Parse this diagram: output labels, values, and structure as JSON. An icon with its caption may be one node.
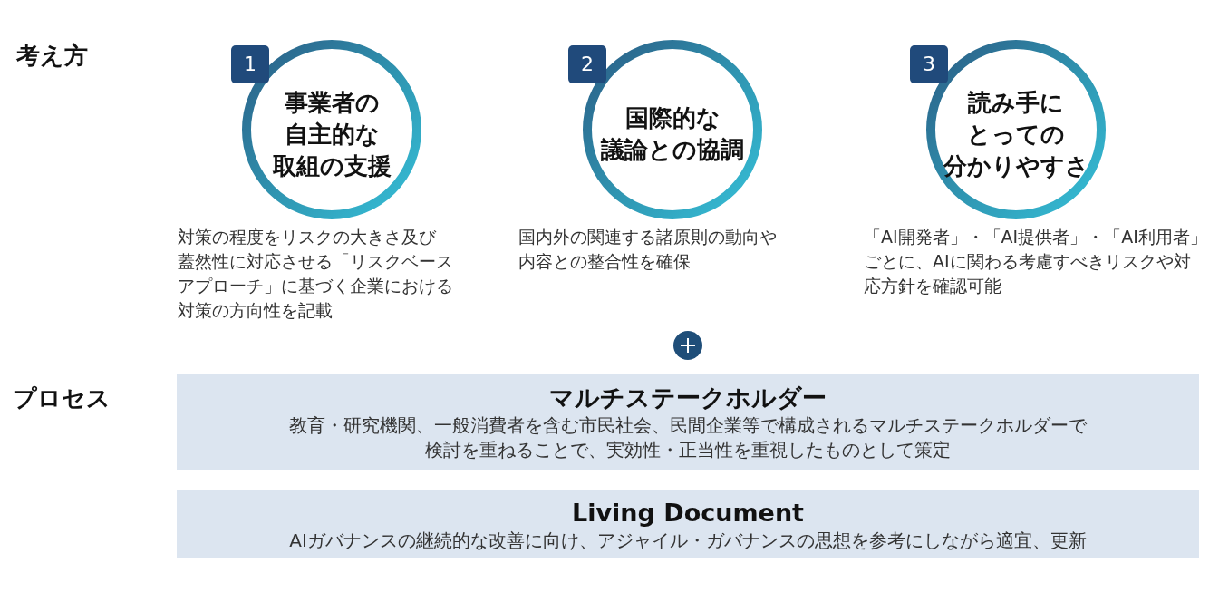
{
  "diagram": {
    "nodes": [
      {
        "text": [
          "1"
        ]
      },
      {
        "text": [
          "事業者の自主的な取組の支援"
        ],
        "beside": [
          "対策の程度をリスクの大きさ及び蓋然性に対応させる「リスクベースアプローチ」に基づく企業における対策の方向性を記載"
        ]
      },
      {
        "text": [
          "2"
        ]
      },
      {
        "text": [
          "国際的な議論との協調"
        ],
        "beside": [
          "国内外の関連する諸原則の動向や内容との整合性を確保"
        ]
      },
      {
        "text": [
          "3"
        ]
      },
      {
        "text": [
          "読み手にとっての分かりやすさ"
        ],
        "beside": [
          "「AI開発者」・「AI提供者」・「AI利用者」ごとに、AIに関わる考慮すべきリスクや対応方針を確認可能"
        ]
      },
      {
        "text": [
          "マルチステークホルダー",
          "教育・研究機関、一般消費者を含む市民社会、民間企業等で構成されるマルチステークホルダーで検討を重ねることで、実効性・正当性を重視したものとして策定"
        ]
      },
      {
        "text": [
          "Living Document",
          "AIガバナンスの継続的な改善に向け、アジャイル・ガバナンスの思想を参考にしながら適宜、更新"
        ]
      }
    ],
    "labels": [
      "考え方",
      "プロセス"
    ]
  }
}
